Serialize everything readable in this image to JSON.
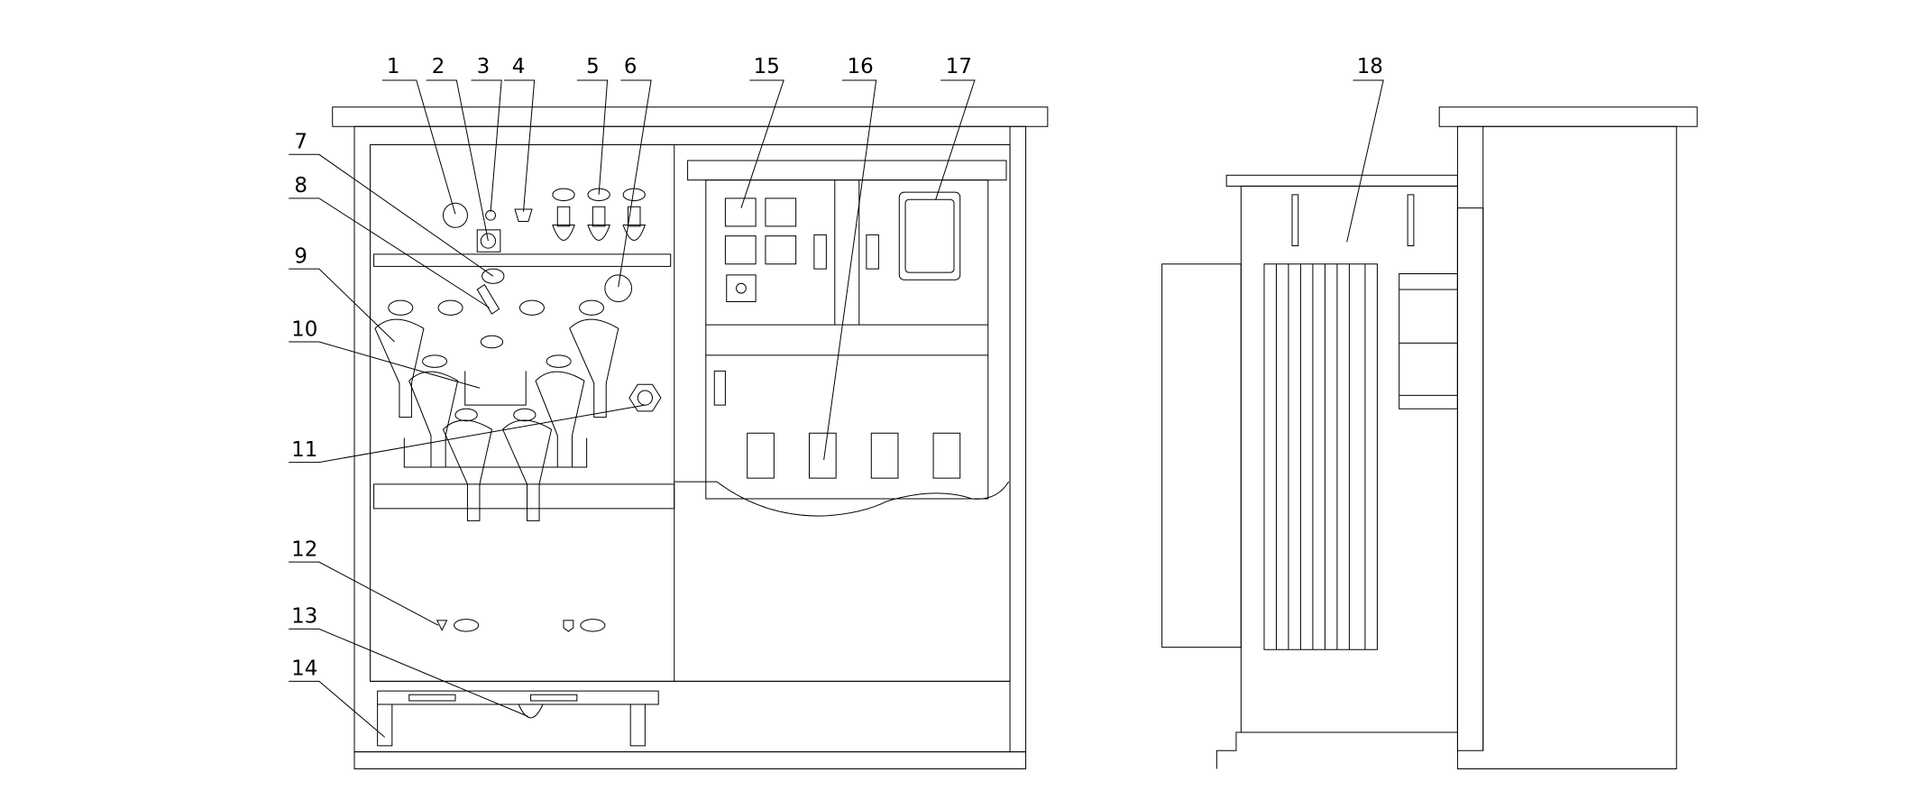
{
  "drawing": {
    "callouts_top": [
      "1",
      "2",
      "3",
      "4",
      "5",
      "6",
      "15",
      "16",
      "17"
    ],
    "callouts_left": [
      "7",
      "8",
      "9",
      "10",
      "11",
      "12",
      "13",
      "14"
    ],
    "callout_side": "18"
  }
}
